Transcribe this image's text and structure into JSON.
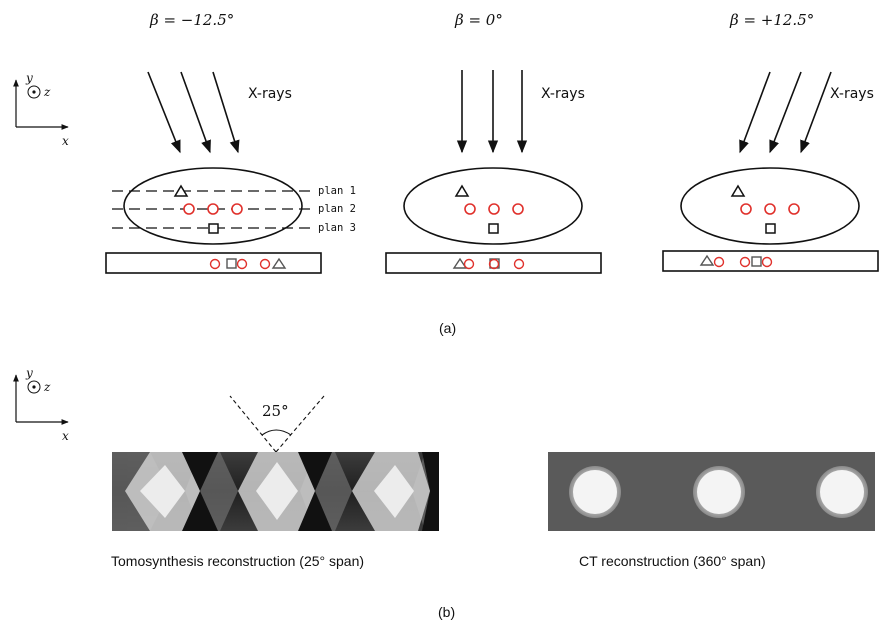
{
  "panel_a": {
    "angles": [
      "β = −12.5°",
      "β = 0°",
      "β = +12.5°"
    ],
    "xray_label": "X-rays",
    "planes": [
      "plan 1",
      "plan 2",
      "plan 3"
    ],
    "caption": "(a)"
  },
  "axes": {
    "y": "y",
    "z": "z",
    "x": "x"
  },
  "panel_b": {
    "span_angle": "25°",
    "tomo_caption": "Tomosynthesis reconstruction (25° span)",
    "ct_caption": "CT reconstruction (360° span)",
    "caption": "(b)"
  },
  "colors": {
    "circle": "#e0312c",
    "ink": "#111111"
  }
}
